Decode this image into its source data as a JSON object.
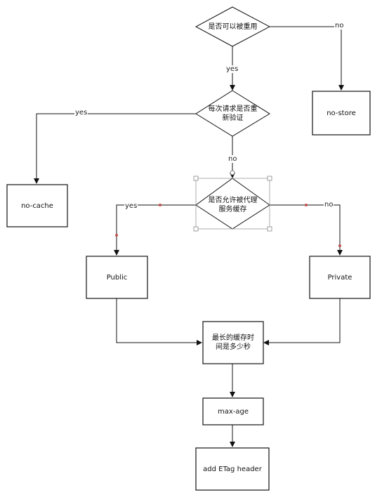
{
  "nodes": {
    "cacheable": "是否可以被重用",
    "revalidate": "每次请求是否重\n新验证",
    "proxy": "是否允许被代理\n服务缓存",
    "no_store": "no-store",
    "no_cache": "no-cache",
    "public": "Public",
    "private": "Private",
    "max_time": "最长的缓存时\n间是多少秒",
    "max_age": "max-age",
    "etag": "add ETag header"
  },
  "edges": {
    "cacheable_no": "no",
    "cacheable_yes": "yes",
    "revalidate_yes": "yes",
    "revalidate_no": "no",
    "proxy_yes": "yes",
    "proxy_no": "no"
  },
  "colors": {
    "stroke": "#111111",
    "selection": "#9a9a9a",
    "selection_dot": "#c0504d"
  }
}
